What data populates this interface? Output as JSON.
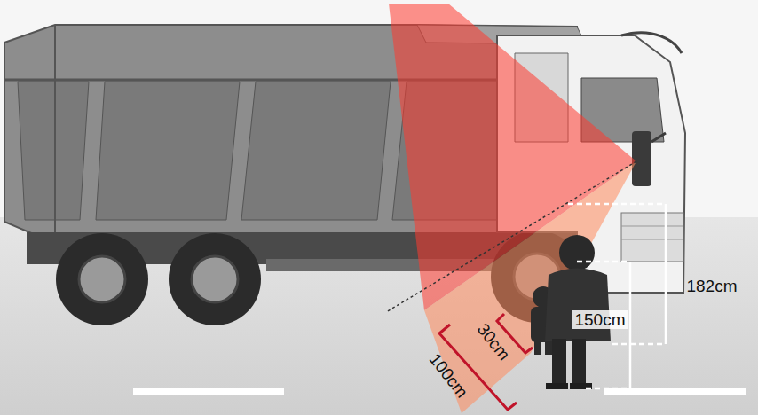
{
  "diagram": {
    "labels": [
      "182cm",
      "150cm",
      "30cm",
      "100cm"
    ]
  }
}
